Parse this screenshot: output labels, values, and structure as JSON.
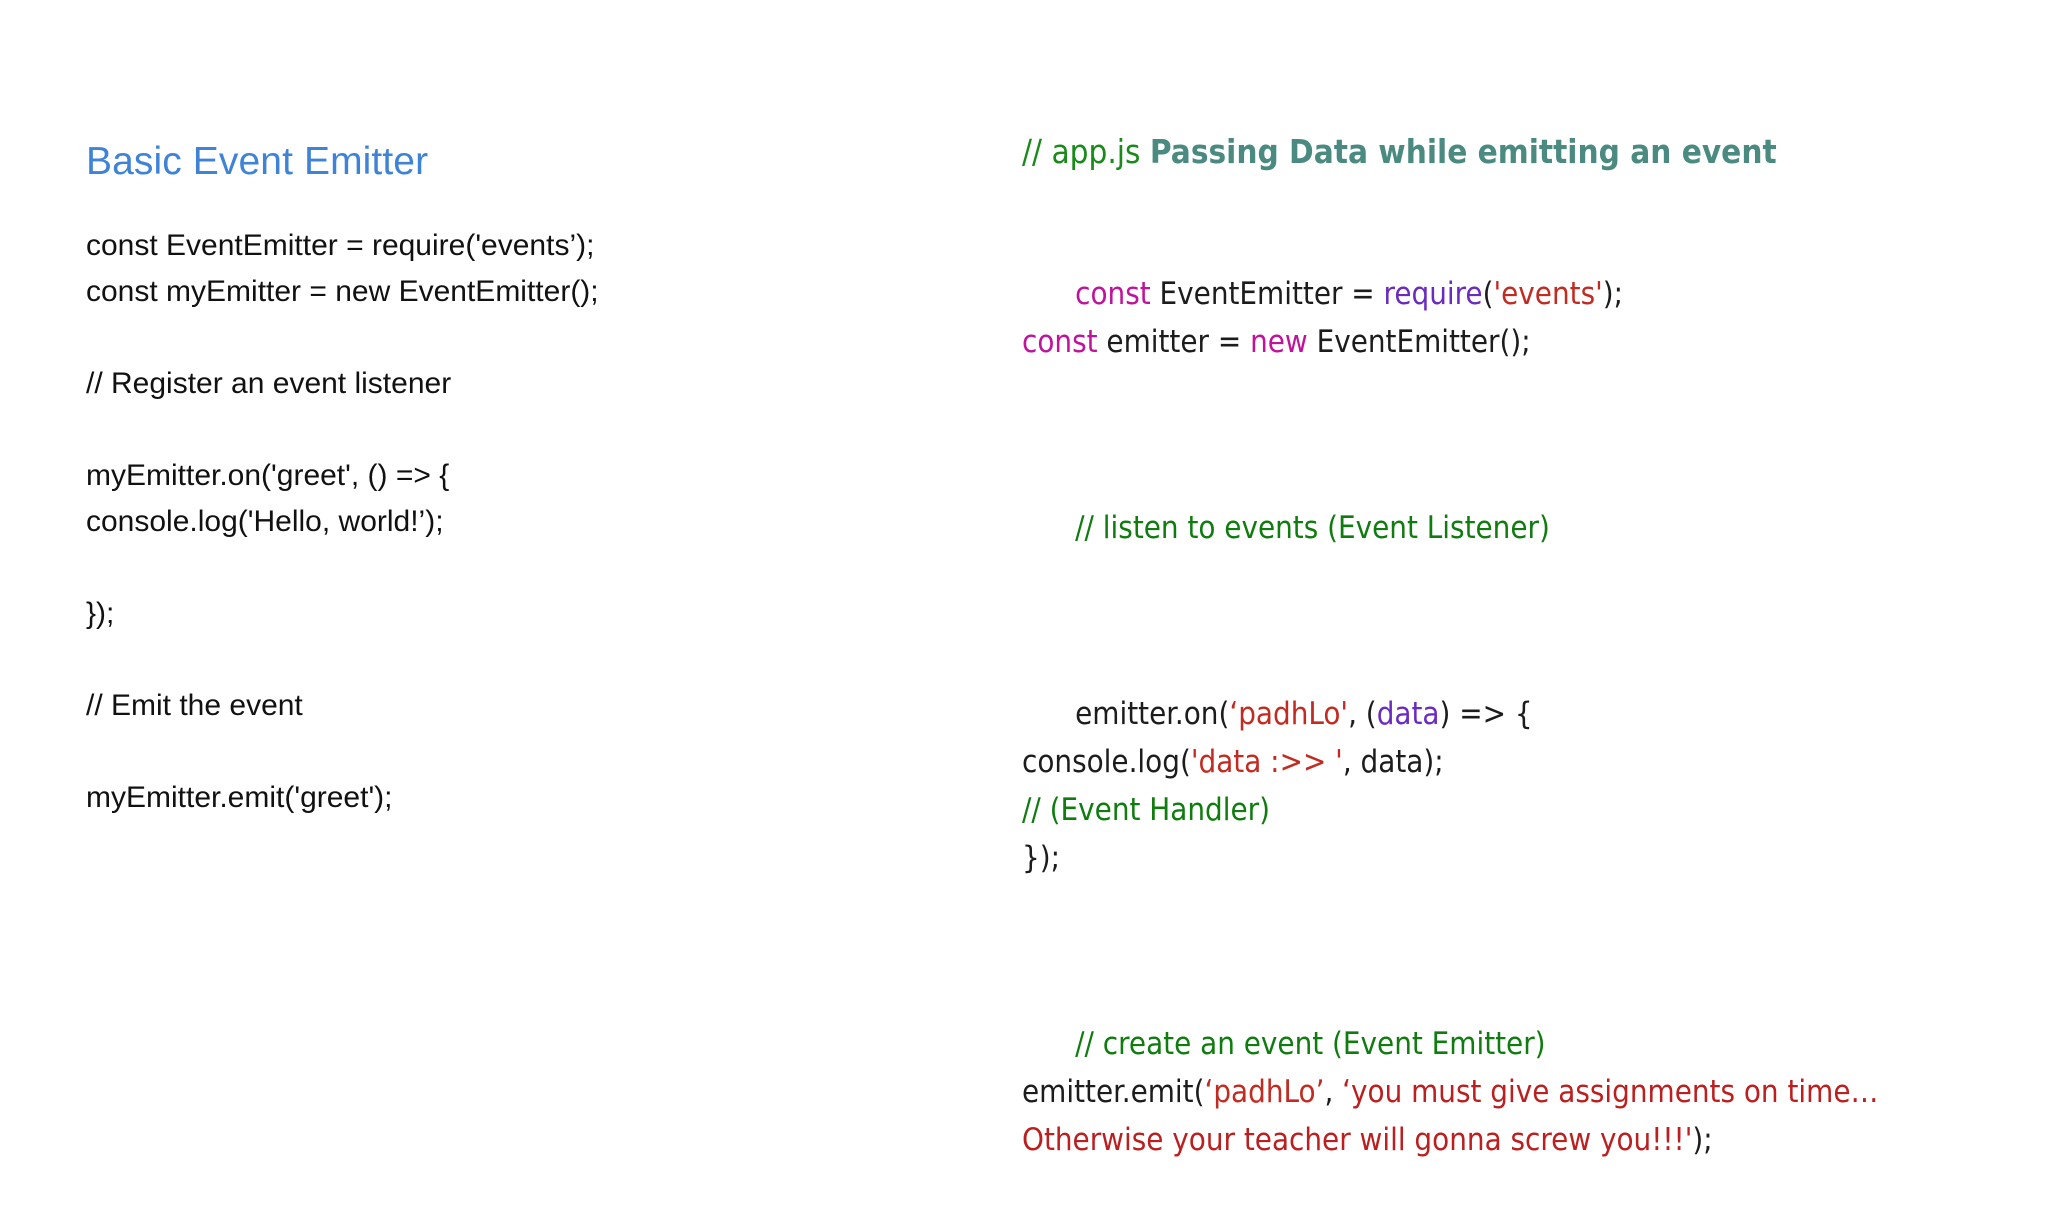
{
  "slide": {
    "background_color": "#ffffff",
    "left": {
      "title": "Basic Event Emitter",
      "title_color": "#3f83d6",
      "blocks": [
        "const EventEmitter = require('events’);\nconst myEmitter = new EventEmitter();",
        "// Register an event listener",
        "myEmitter.on('greet', () => {\nconsole.log('Hello, world!’);",
        "});",
        "// Emit the event",
        "myEmitter.emit('greet');"
      ]
    },
    "right": {
      "heading": {
        "comment": "// app.js ",
        "comment_color": "#1a8a1a",
        "bold": "Passing Data while emitting an event",
        "bold_color": "#4a8a80"
      },
      "code": {
        "require_line": {
          "keyword": "const",
          "binding": " EventEmitter = ",
          "fn": "require",
          "open_paren": "(",
          "string": "'events'",
          "tail": ");"
        },
        "new_line": {
          "keyword": "const",
          "binding": " emitter = ",
          "keyword2": "new",
          "tail": " EventEmitter();"
        },
        "listen_comment": "// listen to events (Event Listener)",
        "on_line": {
          "head": "emitter.on(",
          "event_string": "‘padhLo'",
          "mid": ", (",
          "param": "data",
          "tail": ") => {"
        },
        "log_line": {
          "head": "console.log(",
          "string": "'data :>> '",
          "tail": ", data);"
        },
        "handler_comment": "// (Event Handler)",
        "close_block": "});",
        "emit_comment": "// create an event (Event Emitter)",
        "emit_line": {
          "head": "emitter.emit(",
          "event_string": "‘padhLo’",
          "comma": ", ",
          "message": "‘you must give assignments on time… Otherwise your teacher will gonna screw you!!!'",
          "tail": ");"
        }
      },
      "colors": {
        "keyword": "#c0139b",
        "function": "#6a2bbf",
        "variable": "#6a2bbf",
        "string": "#c22b22",
        "comment": "#107c10",
        "plain": "#1c1c1c"
      }
    }
  }
}
